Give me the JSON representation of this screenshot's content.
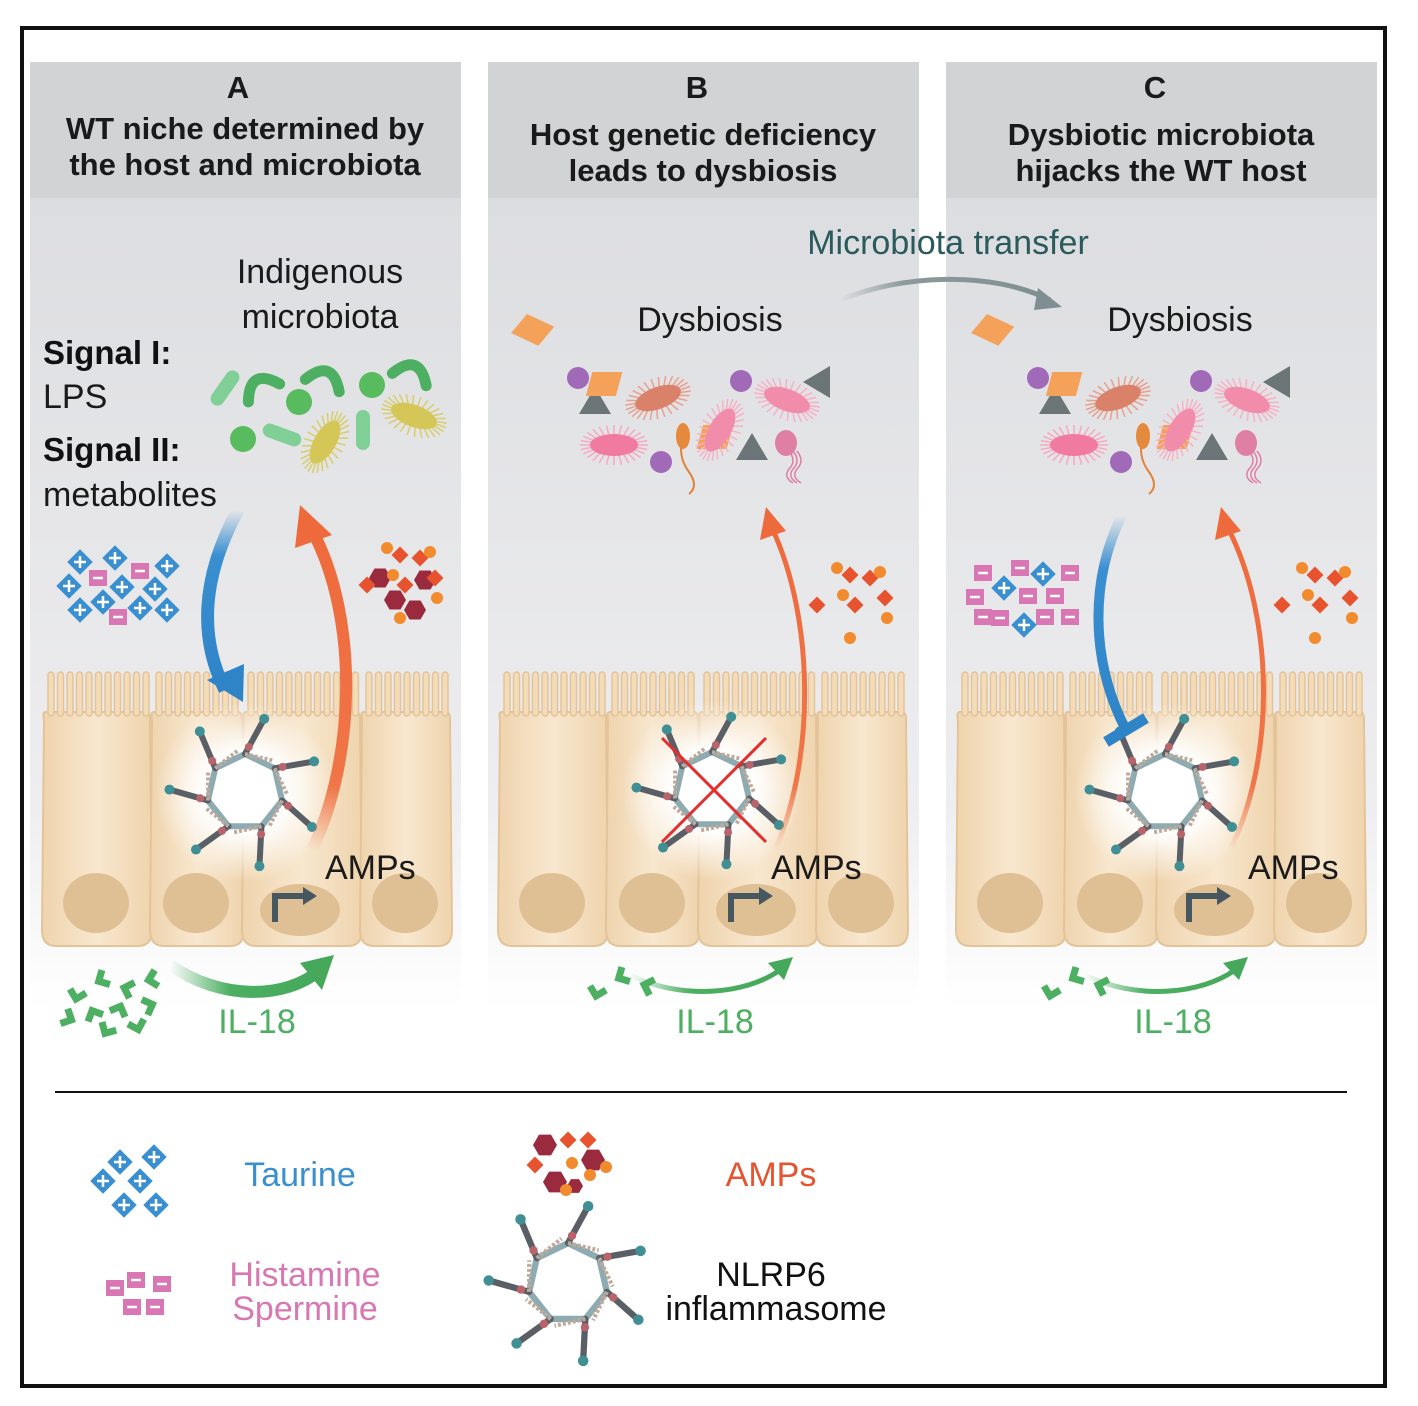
{
  "panels": [
    {
      "letter": "A",
      "title_line1": "WT niche determined by",
      "title_line2": "the host and microbiota",
      "microbiota_label_line1": "Indigenous",
      "microbiota_label_line2": "microbiota",
      "amps_label": "AMPs",
      "il18_label": "IL-18"
    },
    {
      "letter": "B",
      "title_line1": "Host genetic deficiency",
      "title_line2": "leads to dysbiosis",
      "microbiota_label": "Dysbiosis",
      "amps_label": "AMPs",
      "il18_label": "IL-18"
    },
    {
      "letter": "C",
      "title_line1": "Dysbiotic microbiota",
      "title_line2": "hijacks the WT host",
      "microbiota_label": "Dysbiosis",
      "amps_label": "AMPs",
      "il18_label": "IL-18"
    }
  ],
  "signals": {
    "signal1_title": "Signal I:",
    "signal1_value": "LPS",
    "signal2_title": "Signal II:",
    "signal2_value": "metabolites"
  },
  "transfer_label": "Microbiota transfer",
  "legend": {
    "taurine": "Taurine",
    "histamine": "Histamine",
    "spermine": "Spermine",
    "amps": "AMPs",
    "nlrp6_line1": "NLRP6",
    "nlrp6_line2": "inflammasome"
  },
  "colors": {
    "taurine": "#3a8fd0",
    "histamine": "#d877b4",
    "amps": "#e8532f",
    "il18": "#4caf62",
    "transfer": "#2a5a5c"
  }
}
